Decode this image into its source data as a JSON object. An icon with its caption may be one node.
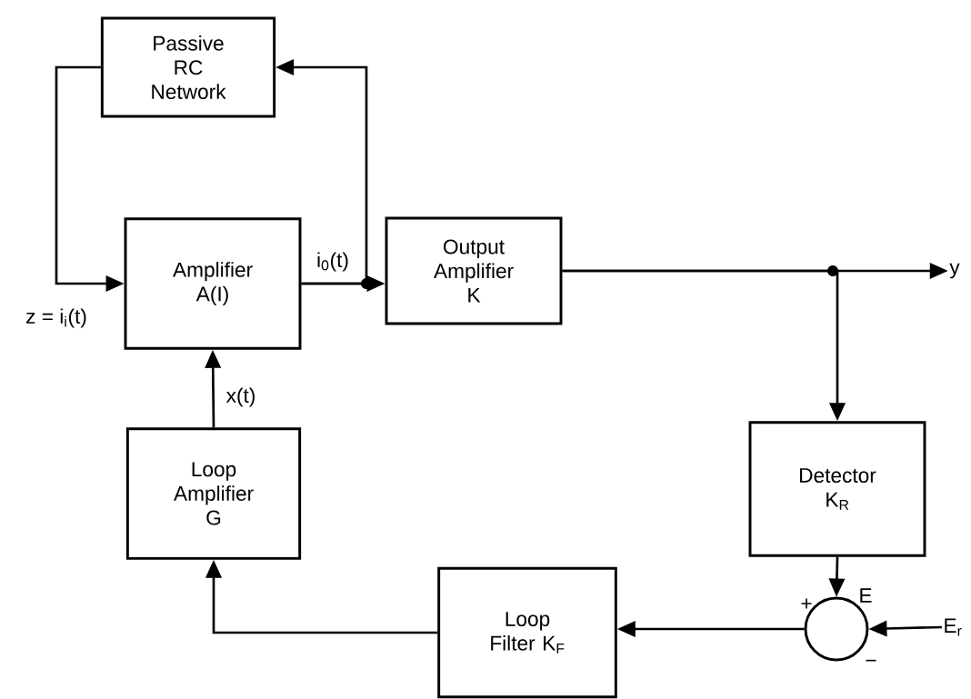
{
  "diagram": {
    "nodes": [
      {
        "text": [
          "Passive RC Network"
        ]
      },
      {
        "text": [
          "Amplifier A(I)"
        ]
      },
      {
        "text": [
          "Output Amplifier K"
        ]
      },
      {
        "text": [
          "Loop Amplifier G"
        ]
      },
      {
        "text": [
          "Detector K$_{R}$"
        ]
      },
      {
        "text": [],
        "shape": "circle"
      },
      {
        "text": [
          "Loop Filter K$_{F}$"
        ]
      },
      {
        "text": [
          "y"
        ]
      },
      {
        "text": [
          "E$_{r}$"
        ]
      }
    ],
    "edges": [
      {
        "from": 1,
        "to": 0,
        "arrow": "to"
      },
      {
        "from": 0,
        "to": 1,
        "arrow": "to"
      },
      {
        "from": 1,
        "to": 2,
        "arrow": "to",
        "label": "i$_{0}$(t)"
      },
      {
        "from": 2,
        "to": 7,
        "arrow": "to"
      },
      {
        "from": 2,
        "to": 4,
        "arrow": "to"
      },
      {
        "from": 4,
        "to": 5,
        "arrow": "to",
        "label": "E"
      },
      {
        "from": 8,
        "to": 5,
        "arrow": "to"
      },
      {
        "from": 5,
        "to": 6,
        "arrow": "to"
      },
      {
        "from": 6,
        "to": 3,
        "arrow": "to"
      },
      {
        "from": 3,
        "to": 1,
        "arrow": "to",
        "label": "x(t)"
      }
    ],
    "labels": [
      "z = i$_{i}$(t)",
      "+",
      "−"
    ]
  }
}
